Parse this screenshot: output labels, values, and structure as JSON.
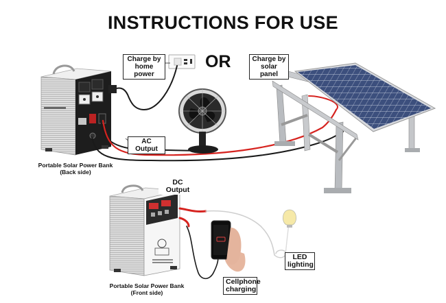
{
  "title": "INSTRUCTIONS FOR USE",
  "or_text": "OR",
  "labels": {
    "charge_home": [
      "Charge by",
      "home power"
    ],
    "charge_solar": [
      "Charge by",
      "solar panel"
    ],
    "ac_output": "AC Output",
    "dc_output": "DC Output",
    "led": [
      "LED",
      "lighting"
    ],
    "cellphone": [
      "Cellphone",
      "charging"
    ]
  },
  "captions": {
    "back": [
      "Portable Solar Power Bank",
      "(Back side)"
    ],
    "front": [
      "Portable Solar Power Bank",
      "(Front side)"
    ]
  },
  "colors": {
    "cable_red": "#d6231f",
    "cable_black": "#1a1a1a",
    "panel_blue": "#3a4c78",
    "frame_silver": "#b9bcc0",
    "power_bank": "#e6e6e6"
  }
}
